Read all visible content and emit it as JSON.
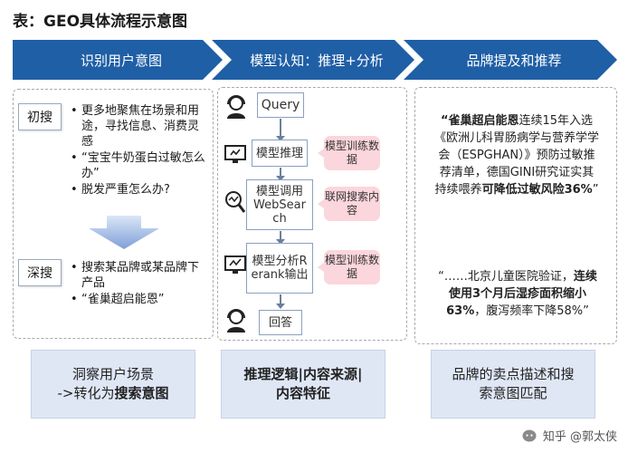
{
  "title": "表：GEO具体流程示意图",
  "stages": [
    {
      "label": "识别用户意图"
    },
    {
      "label": "模型认知：推理+分析"
    },
    {
      "label": "品牌提及和推荐"
    }
  ],
  "col1": {
    "tag_initial": "初搜",
    "initial_bullets": [
      "更多地聚焦在场景和用途，寻找信息、消费灵感",
      "“宝宝牛奶蛋白过敏怎么办”",
      "脱发严重怎么办?"
    ],
    "tag_deep": "深搜",
    "deep_bullets": [
      "搜索某品牌或某品牌下产品",
      "“雀巢超启能恩”"
    ],
    "summary_line1_plain": "洞察用户场景",
    "summary_line2_plain": "->转化为",
    "summary_line2_bold": "搜索意图"
  },
  "col2": {
    "query": "Query",
    "box_reason": "模型推理",
    "box_websearch": "模型调用WebSearch",
    "box_rerank": "模型分析Rerank输出",
    "box_answer": "回答",
    "note1": "模型训练数据",
    "note2": "联网搜索内容",
    "note3": "模型训练数据",
    "summary_line1": "推理逻辑|内容来源|",
    "summary_line2": "内容特征"
  },
  "col3": {
    "quote1_a": "“雀巢超启能恩",
    "quote1_b": "连续15年入选《欧洲儿科胃肠病学与营养学学会（ESPGHAN）》预防过敏推荐清单，德国GINI研究证实其持续喂养",
    "quote1_c": "可降低过敏风险36%",
    "quote1_d": "”",
    "quote2_a": "“……北京儿童医院验证，",
    "quote2_b": "连续使用3个月后湿疹面积缩小63%",
    "quote2_c": "，腹泻频率下降58%",
    "quote2_d": "”",
    "summary_line1": "品牌的卖点描述和搜",
    "summary_line2": "索意图匹配"
  },
  "watermark": "知乎 @郭太侠",
  "colors": {
    "chevron": "#1f5fa6",
    "summary": "#dfe7f5",
    "note": "#fbd6dc",
    "arrow": "#6f8fd0"
  }
}
